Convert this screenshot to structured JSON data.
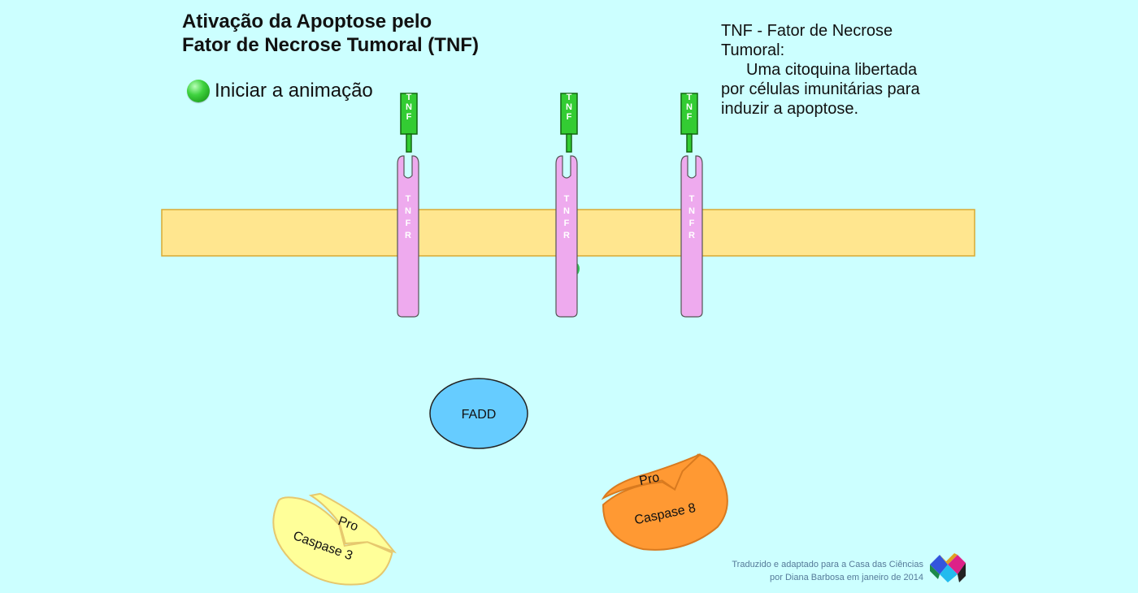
{
  "title": {
    "line1": "Ativação da Apoptose pelo",
    "line2": "Fator de Necrose Tumoral (TNF)"
  },
  "start_button": {
    "label": "Iniciar a animação"
  },
  "info": {
    "line1": "TNF - Fator de Necrose",
    "line2": "Tumoral:",
    "line3": "Uma citoquina libertada",
    "line4": "por células imunitárias para",
    "line5": "induzir a apoptose."
  },
  "ligand_label": "TNF",
  "receptor_label": "TNFR",
  "fadd_label": "FADD",
  "caspase3": {
    "pro": "Pro",
    "name": "Caspase 3"
  },
  "caspase8": {
    "pro": "Pro",
    "name": "Caspase 8"
  },
  "credits": {
    "line1": "Traduzido e adaptado para a Casa das Ciências",
    "line2": "por Diana Barbosa em janeiro de 2014"
  },
  "colors": {
    "background": "#ccffff",
    "membrane": "#ffe68f",
    "tnf": "#33cc33",
    "tnfr": "#eeaaee",
    "fadd": "#66ccff",
    "caspase3": "#ffff99",
    "caspase8": "#ff9933"
  },
  "icons": {
    "start": "green-dot-icon",
    "logo": "casa-das-ciencias-logo-icon"
  }
}
